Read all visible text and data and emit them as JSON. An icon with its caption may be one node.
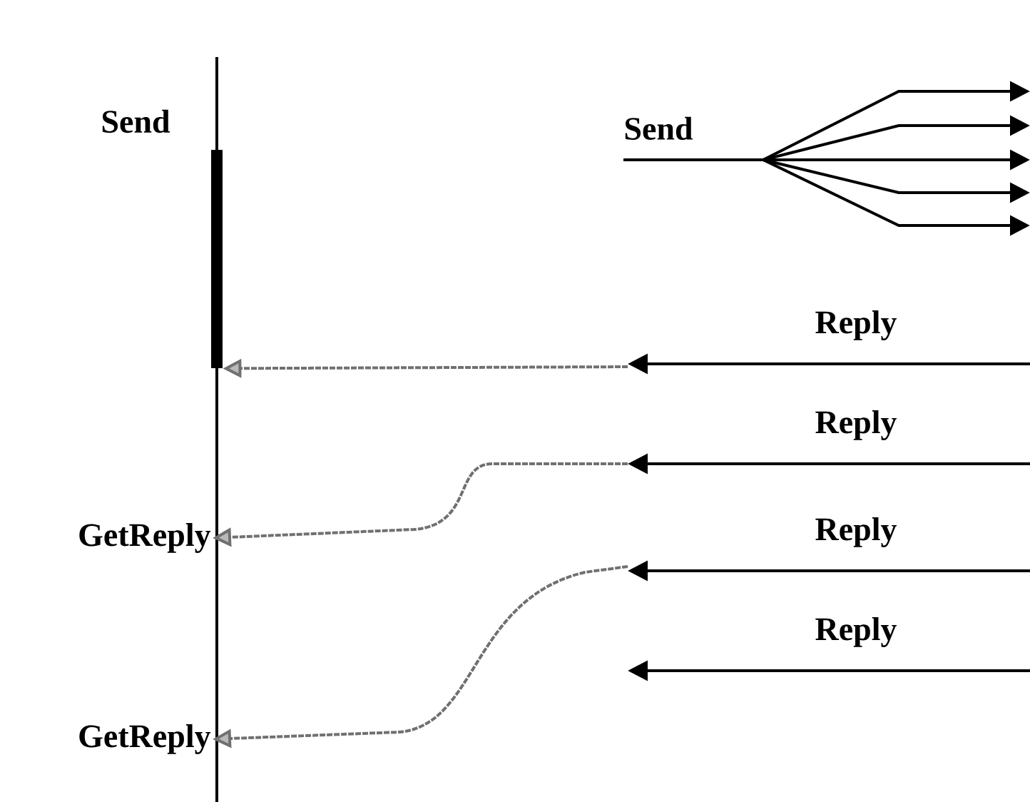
{
  "diagram": {
    "nodes": [
      {
        "text": [],
        "shape": "bar",
        "beside": [
          "Send"
        ]
      },
      {
        "text": [
          "GetReply"
        ]
      },
      {
        "text": [
          "GetReply"
        ]
      },
      {
        "text": [
          "Send"
        ]
      }
    ],
    "edges": [
      {
        "from": 3,
        "to": null,
        "arrow": "to"
      },
      {
        "from": 3,
        "to": null,
        "arrow": "to"
      },
      {
        "from": 3,
        "to": null,
        "arrow": "to"
      },
      {
        "from": 3,
        "to": null,
        "arrow": "to"
      },
      {
        "from": 3,
        "to": null,
        "arrow": "to"
      },
      {
        "from": null,
        "to": 0,
        "arrow": "to",
        "style": "dashed",
        "color": "#707070"
      },
      {
        "from": null,
        "to": 1,
        "arrow": "to",
        "style": "dashed",
        "color": "#707070"
      },
      {
        "from": null,
        "to": 2,
        "arrow": "to",
        "style": "dashed",
        "color": "#707070"
      }
    ],
    "labels": [
      "Reply",
      "Reply",
      "Reply",
      "Reply"
    ]
  }
}
